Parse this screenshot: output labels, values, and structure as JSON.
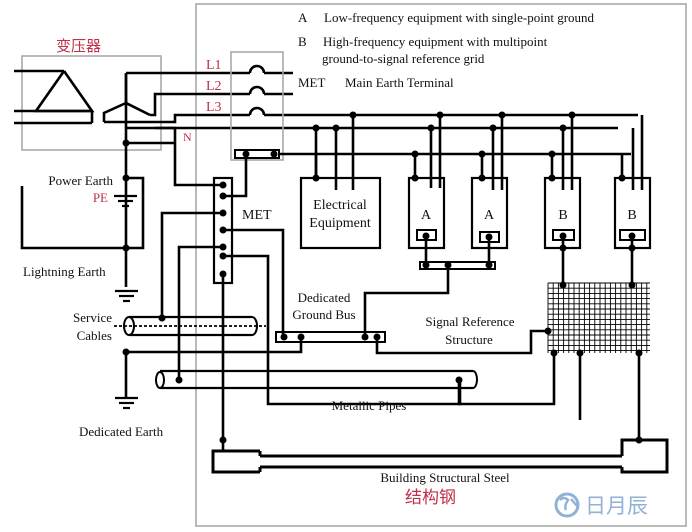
{
  "diagram": {
    "transformer_label": "变压器",
    "phase_labels": [
      "L1",
      "L2",
      "L3",
      "N"
    ],
    "legend": [
      {
        "key": "A",
        "text": "Low-frequency equipment with single-point ground"
      },
      {
        "key": "B",
        "text_line1": "High-frequency equipment with multipoint",
        "text_line2": "ground-to-signal reference grid"
      },
      {
        "key": "MET",
        "text": "Main Earth Terminal"
      }
    ],
    "labels": {
      "power_earth": "Power Earth",
      "pe": "PE",
      "lightning_earth": "Lightning Earth",
      "service_cables_1": "Service",
      "service_cables_2": "Cables",
      "dedicated_earth": "Dedicated Earth",
      "met": "MET",
      "electrical_equipment_1": "Electrical",
      "electrical_equipment_2": "Equipment",
      "dedicated_ground_bus_1": "Dedicated",
      "dedicated_ground_bus_2": "Ground Bus",
      "signal_reference_1": "Signal Reference",
      "signal_reference_2": "Structure",
      "metallic_pipes": "Metallic Pipes",
      "building_steel": "Building Structural Steel",
      "building_steel_cn": "结构钢"
    },
    "equipment": [
      {
        "type": "A",
        "label": "A"
      },
      {
        "type": "A",
        "label": "A"
      },
      {
        "type": "B",
        "label": "B"
      },
      {
        "type": "B",
        "label": "B"
      }
    ],
    "watermark": {
      "text": "日月辰",
      "color": "#8fb2d6"
    },
    "colors": {
      "label_red": "#c0304a",
      "wire": "#000000",
      "frame": "#a9a9a9"
    }
  }
}
